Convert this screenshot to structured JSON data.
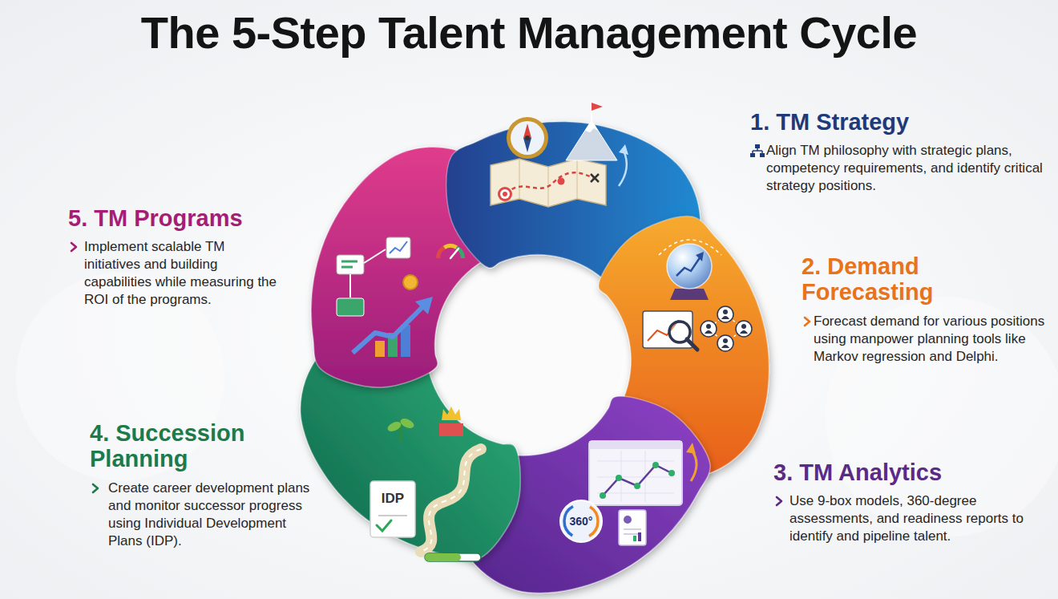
{
  "diagram": {
    "title": "The 5-Step Talent Management Cycle",
    "nodes": [
      {
        "text": [
          "1. TM Strategy",
          "Align TM philosophy with strategic plans, competency requirements, and identify critical strategy positions."
        ]
      },
      {
        "text": [
          "2. Demand Forecasting",
          "Forecast demand for various positions using manpower planning tools like Markov regression and Delphi."
        ]
      },
      {
        "text": [
          "3. TM Analytics",
          "Use 9-box models, 360-degree assessments, and readiness reports to identify and pipeline talent."
        ]
      },
      {
        "text": [
          "4. Succession Planning",
          "Create career development plans and monitor successor progress using Individual Development Plans (IDP)."
        ]
      },
      {
        "text": [
          "5. TM Programs",
          "Implement scalable TM initiatives and building capabilities while measuring the ROI of the programs."
        ]
      }
    ],
    "labels": [
      "IDP",
      "360°"
    ]
  }
}
